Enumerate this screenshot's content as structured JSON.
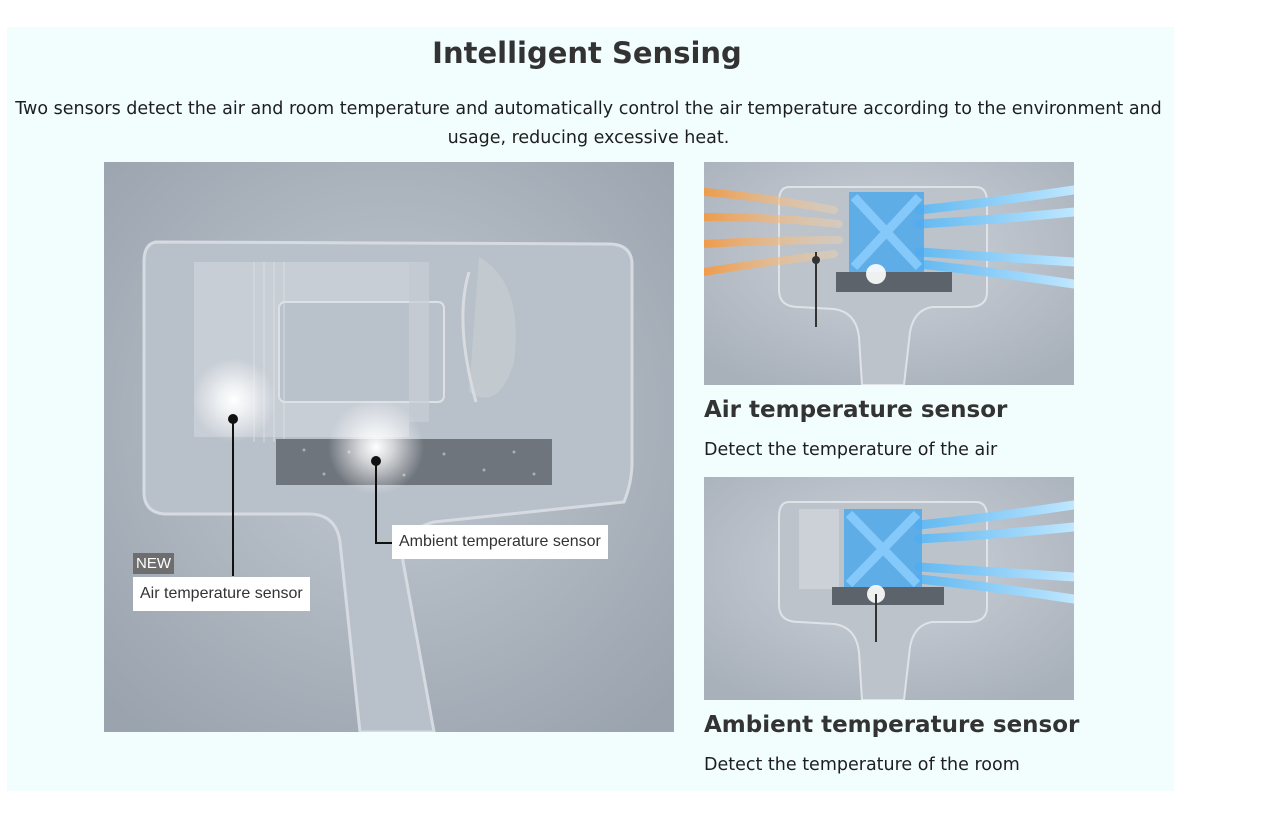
{
  "section": {
    "title": "Intelligent Sensing",
    "description": "Two sensors detect the air and room temperature and automatically control the air temperature according to the environment and usage, reducing excessive heat."
  },
  "diagram": {
    "new_badge": "NEW",
    "air_callout": "Air temperature sensor",
    "ambient_callout": "Ambient temperature sensor"
  },
  "features": [
    {
      "heading": "Air temperature sensor",
      "text": "Detect the temperature of the air"
    },
    {
      "heading": "Ambient temperature sensor",
      "text": "Detect the temperature of the room"
    }
  ],
  "colors": {
    "panel_bg": "#f2fdfe",
    "heading": "#333333",
    "warm_air": "#f29a45",
    "cool_air": "#5ab8f5"
  }
}
